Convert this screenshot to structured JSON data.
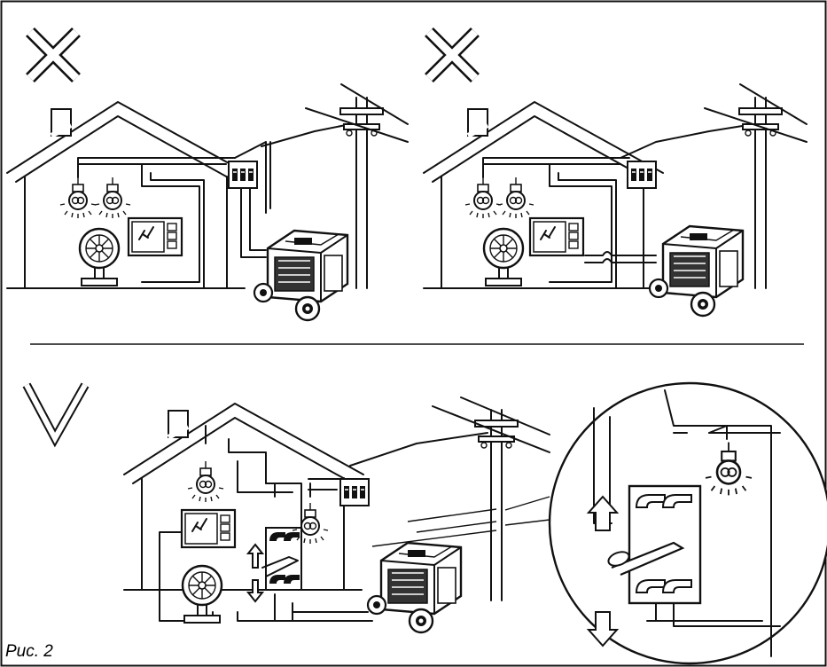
{
  "caption": "Рис. 2",
  "panels": [
    {
      "id": "wrong-connection-direct",
      "mark": "cross"
    },
    {
      "id": "wrong-connection-outlet",
      "mark": "cross"
    },
    {
      "id": "correct-connection-transfer-switch",
      "mark": "check"
    }
  ],
  "colors": {
    "line": "#111111",
    "background": "#ffffff"
  },
  "icons": [
    "cross-mark-icon",
    "check-mark-icon",
    "house-icon",
    "light-bulb-icon",
    "fan-icon",
    "microwave-icon",
    "breaker-panel-icon",
    "utility-pole-icon",
    "generator-icon",
    "transfer-switch-icon",
    "arrow-up-icon",
    "arrow-down-icon",
    "magnifier-circle-icon"
  ]
}
